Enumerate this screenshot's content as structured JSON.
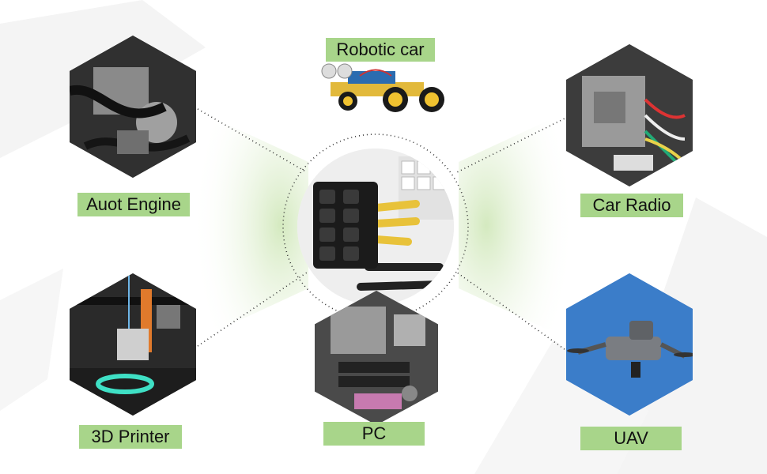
{
  "labels": {
    "robotic_car": "Robotic car",
    "auto_engine": "Auot Engine",
    "car_radio": "Car Radio",
    "printer_3d": "3D Printer",
    "pc": "PC",
    "uav": "UAV"
  },
  "colors": {
    "label_bg": "#a8d58a",
    "glow": "#d9ecc8",
    "dots": "#333333"
  }
}
